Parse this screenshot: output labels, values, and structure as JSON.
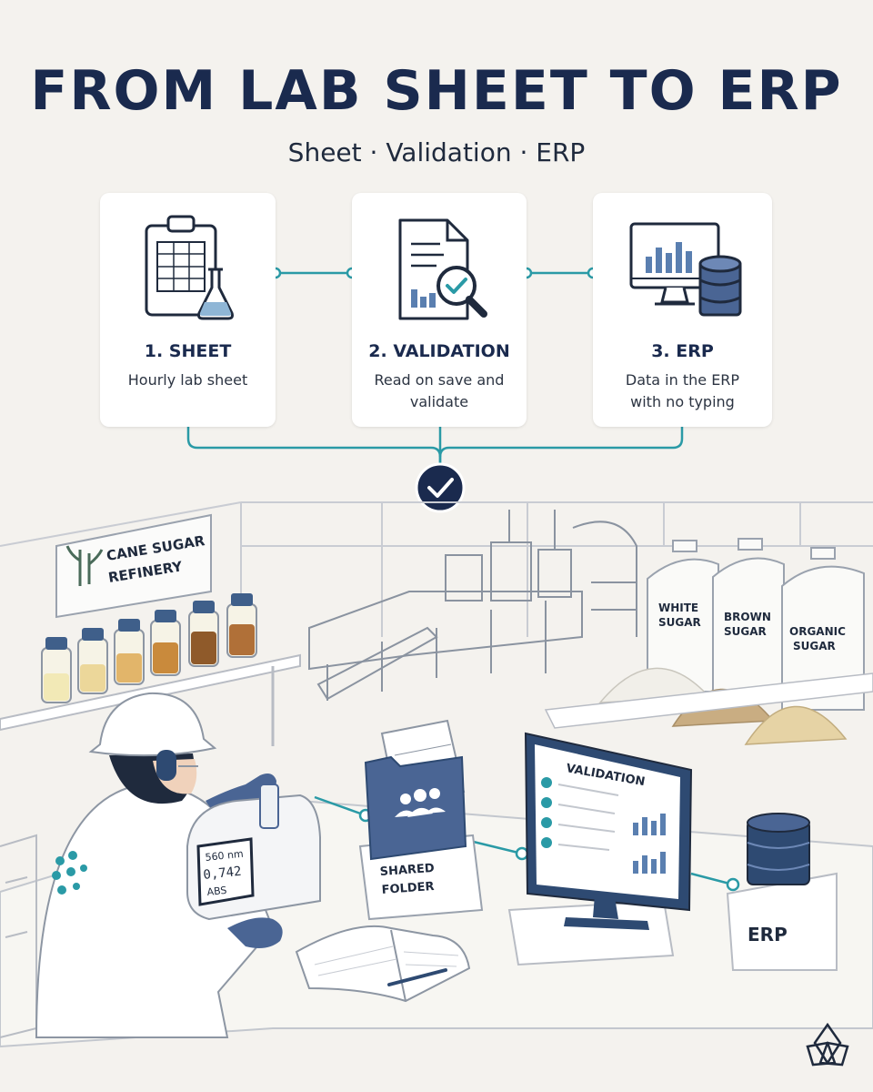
{
  "header": {
    "title": "FROM LAB SHEET TO ERP",
    "subtitle": "Sheet · Validation · ERP"
  },
  "steps": [
    {
      "title": "1. SHEET",
      "description": "Hourly lab sheet",
      "icon": "clipboard-flask-icon"
    },
    {
      "title": "2. VALIDATION",
      "description": "Read on save and validate",
      "icon": "document-magnifier-icon"
    },
    {
      "title": "3. ERP",
      "description": "Data in the ERP with no typing",
      "icon": "monitor-database-icon"
    }
  ],
  "scene": {
    "refinery_sign": [
      "CANE SUGAR",
      "REFINERY"
    ],
    "silos": [
      {
        "line1": "WHITE",
        "line2": "SUGAR"
      },
      {
        "line1": "BROWN",
        "line2": "SUGAR"
      },
      {
        "line1": "ORGANIC",
        "line2": "SUGAR"
      }
    ],
    "instrument_readout": [
      "560 nm",
      "0,742",
      "ABS"
    ],
    "shared_folder": [
      "SHARED",
      "FOLDER"
    ],
    "monitor_title": "VALIDATION",
    "erp_label": "ERP"
  },
  "colors": {
    "navy": "#1a2a4e",
    "teal": "#2a9aa6",
    "slate_blue": "#4a6594",
    "background": "#f4f2ee"
  }
}
